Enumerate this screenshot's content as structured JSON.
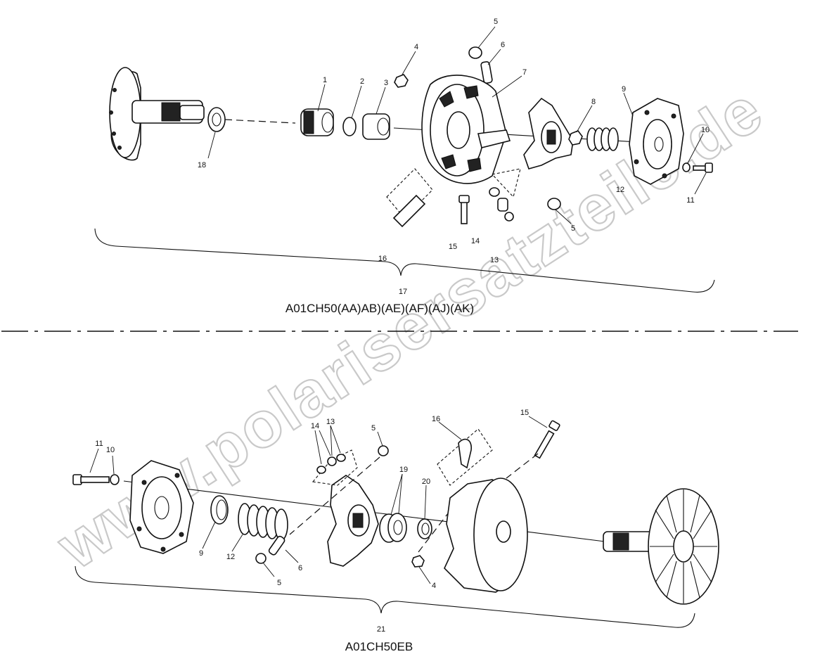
{
  "diagram": {
    "top_assembly": {
      "model_caption": "A01CH50(AA)AB)(AE)(AF)(AJ)(AK)",
      "assembly_number": "17",
      "labels": {
        "l1": "1",
        "l2": "2",
        "l3": "3",
        "l4": "4",
        "l5a": "5",
        "l6": "6",
        "l7": "7",
        "l8": "8",
        "l9": "9",
        "l10": "10",
        "l11": "11",
        "l12": "12",
        "l13": "13",
        "l14": "14",
        "l15": "15",
        "l16": "16",
        "l18": "18",
        "l5b": "5"
      }
    },
    "bottom_assembly": {
      "model_caption": "A01CH50EB",
      "assembly_number": "21",
      "labels": {
        "l11": "11",
        "l10": "10",
        "l14": "14",
        "l13": "13",
        "l5a": "5",
        "l16": "16",
        "l15": "15",
        "l19": "19",
        "l20": "20",
        "l9": "9",
        "l12": "12",
        "l6": "6",
        "l5b": "5",
        "l4": "4"
      }
    },
    "watermark": "www.polarisersatzteile.de"
  }
}
